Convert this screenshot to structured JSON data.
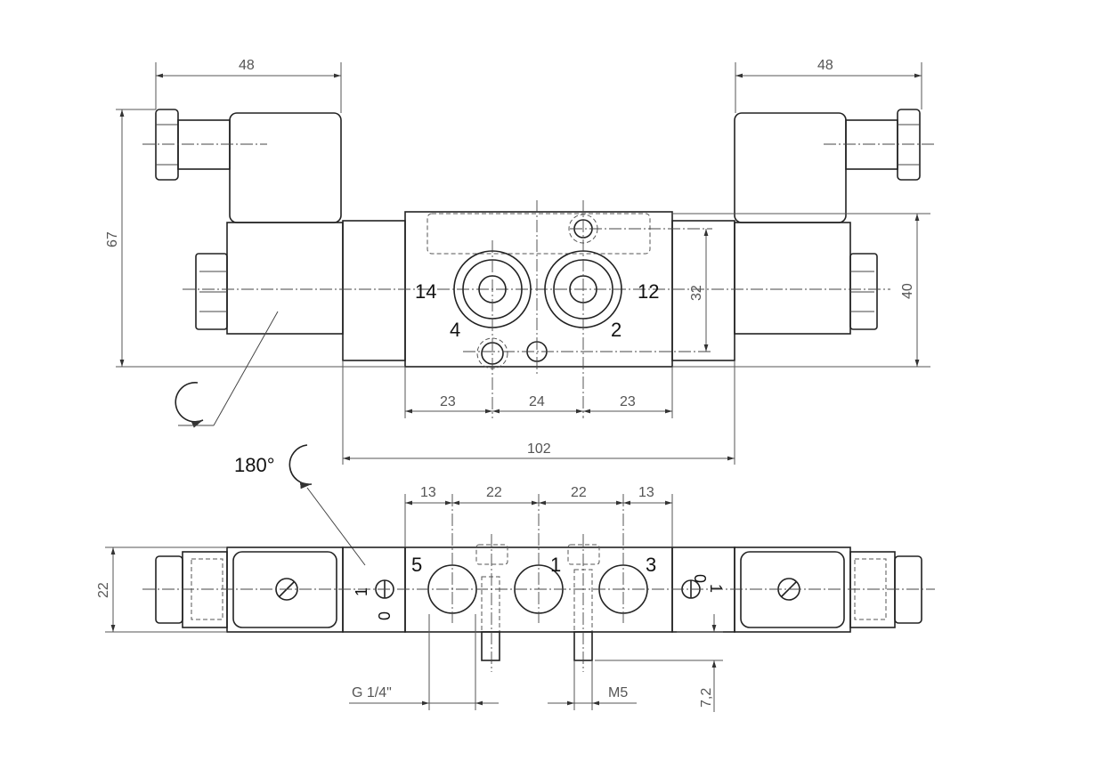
{
  "dimensions": {
    "left_coil_width": "48",
    "right_coil_width": "48",
    "total_height": "67",
    "body_height": "40",
    "port_pitch_vertical": "32",
    "port_spacing_left": "23",
    "port_spacing_mid": "24",
    "port_spacing_right": "23",
    "overall_length": "102",
    "bottom_spacing_1": "13",
    "bottom_spacing_2": "22",
    "bottom_spacing_3": "22",
    "bottom_spacing_4": "13",
    "bottom_height": "22",
    "thread_main": "G 1/4\"",
    "thread_pilot": "M5",
    "pin_length": "7,2"
  },
  "ports": {
    "pilot_left": "14",
    "pilot_right": "12",
    "out_a": "4",
    "out_b": "2",
    "exhaust_5": "5",
    "supply_1": "1",
    "exhaust_3": "3"
  },
  "rotation_label": "180°",
  "switch_labels": {
    "on": "1",
    "off": "0"
  }
}
